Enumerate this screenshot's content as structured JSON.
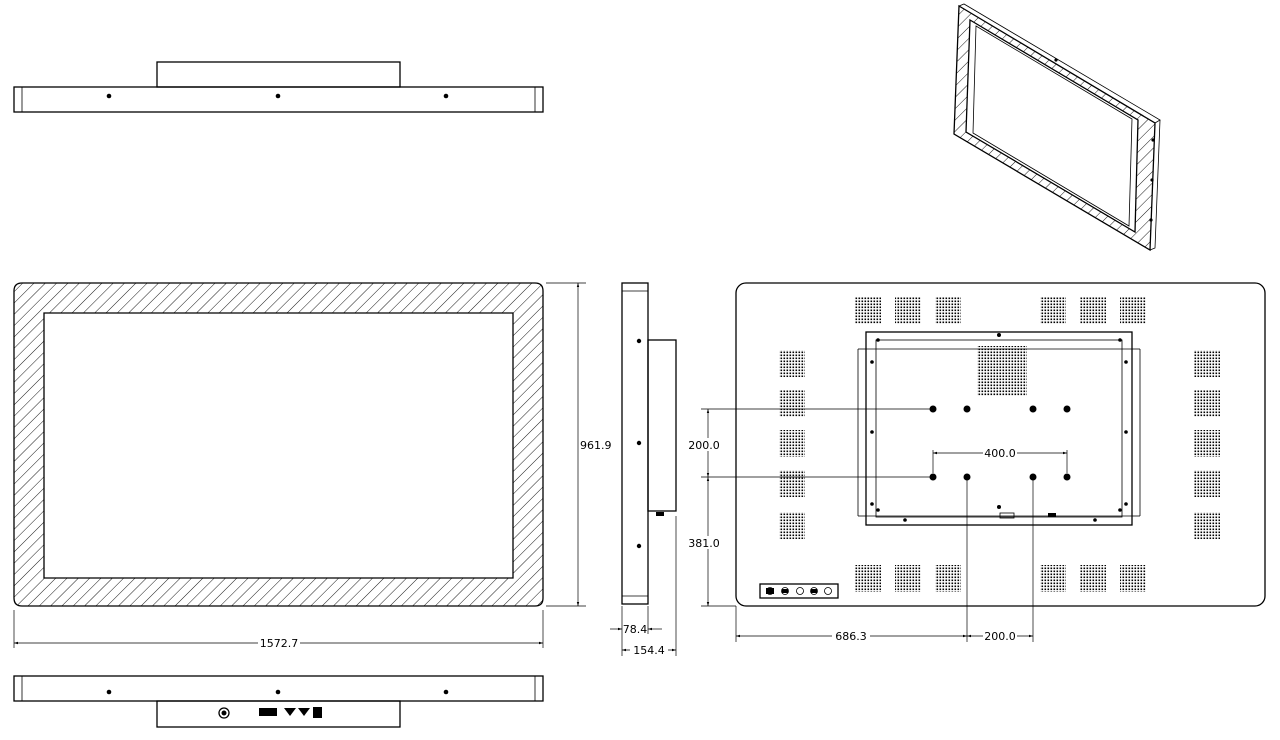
{
  "dimensions": {
    "front_width": "1572.7",
    "front_height": "961.9",
    "side_depth_min": "78.4",
    "side_depth_max": "154.4",
    "back_vesa_vertical": "200.0",
    "back_vesa_horizontal": "400.0",
    "back_bottom_offset": "381.0",
    "back_left_offset": "686.3",
    "back_vesa_bottom": "200.0"
  }
}
